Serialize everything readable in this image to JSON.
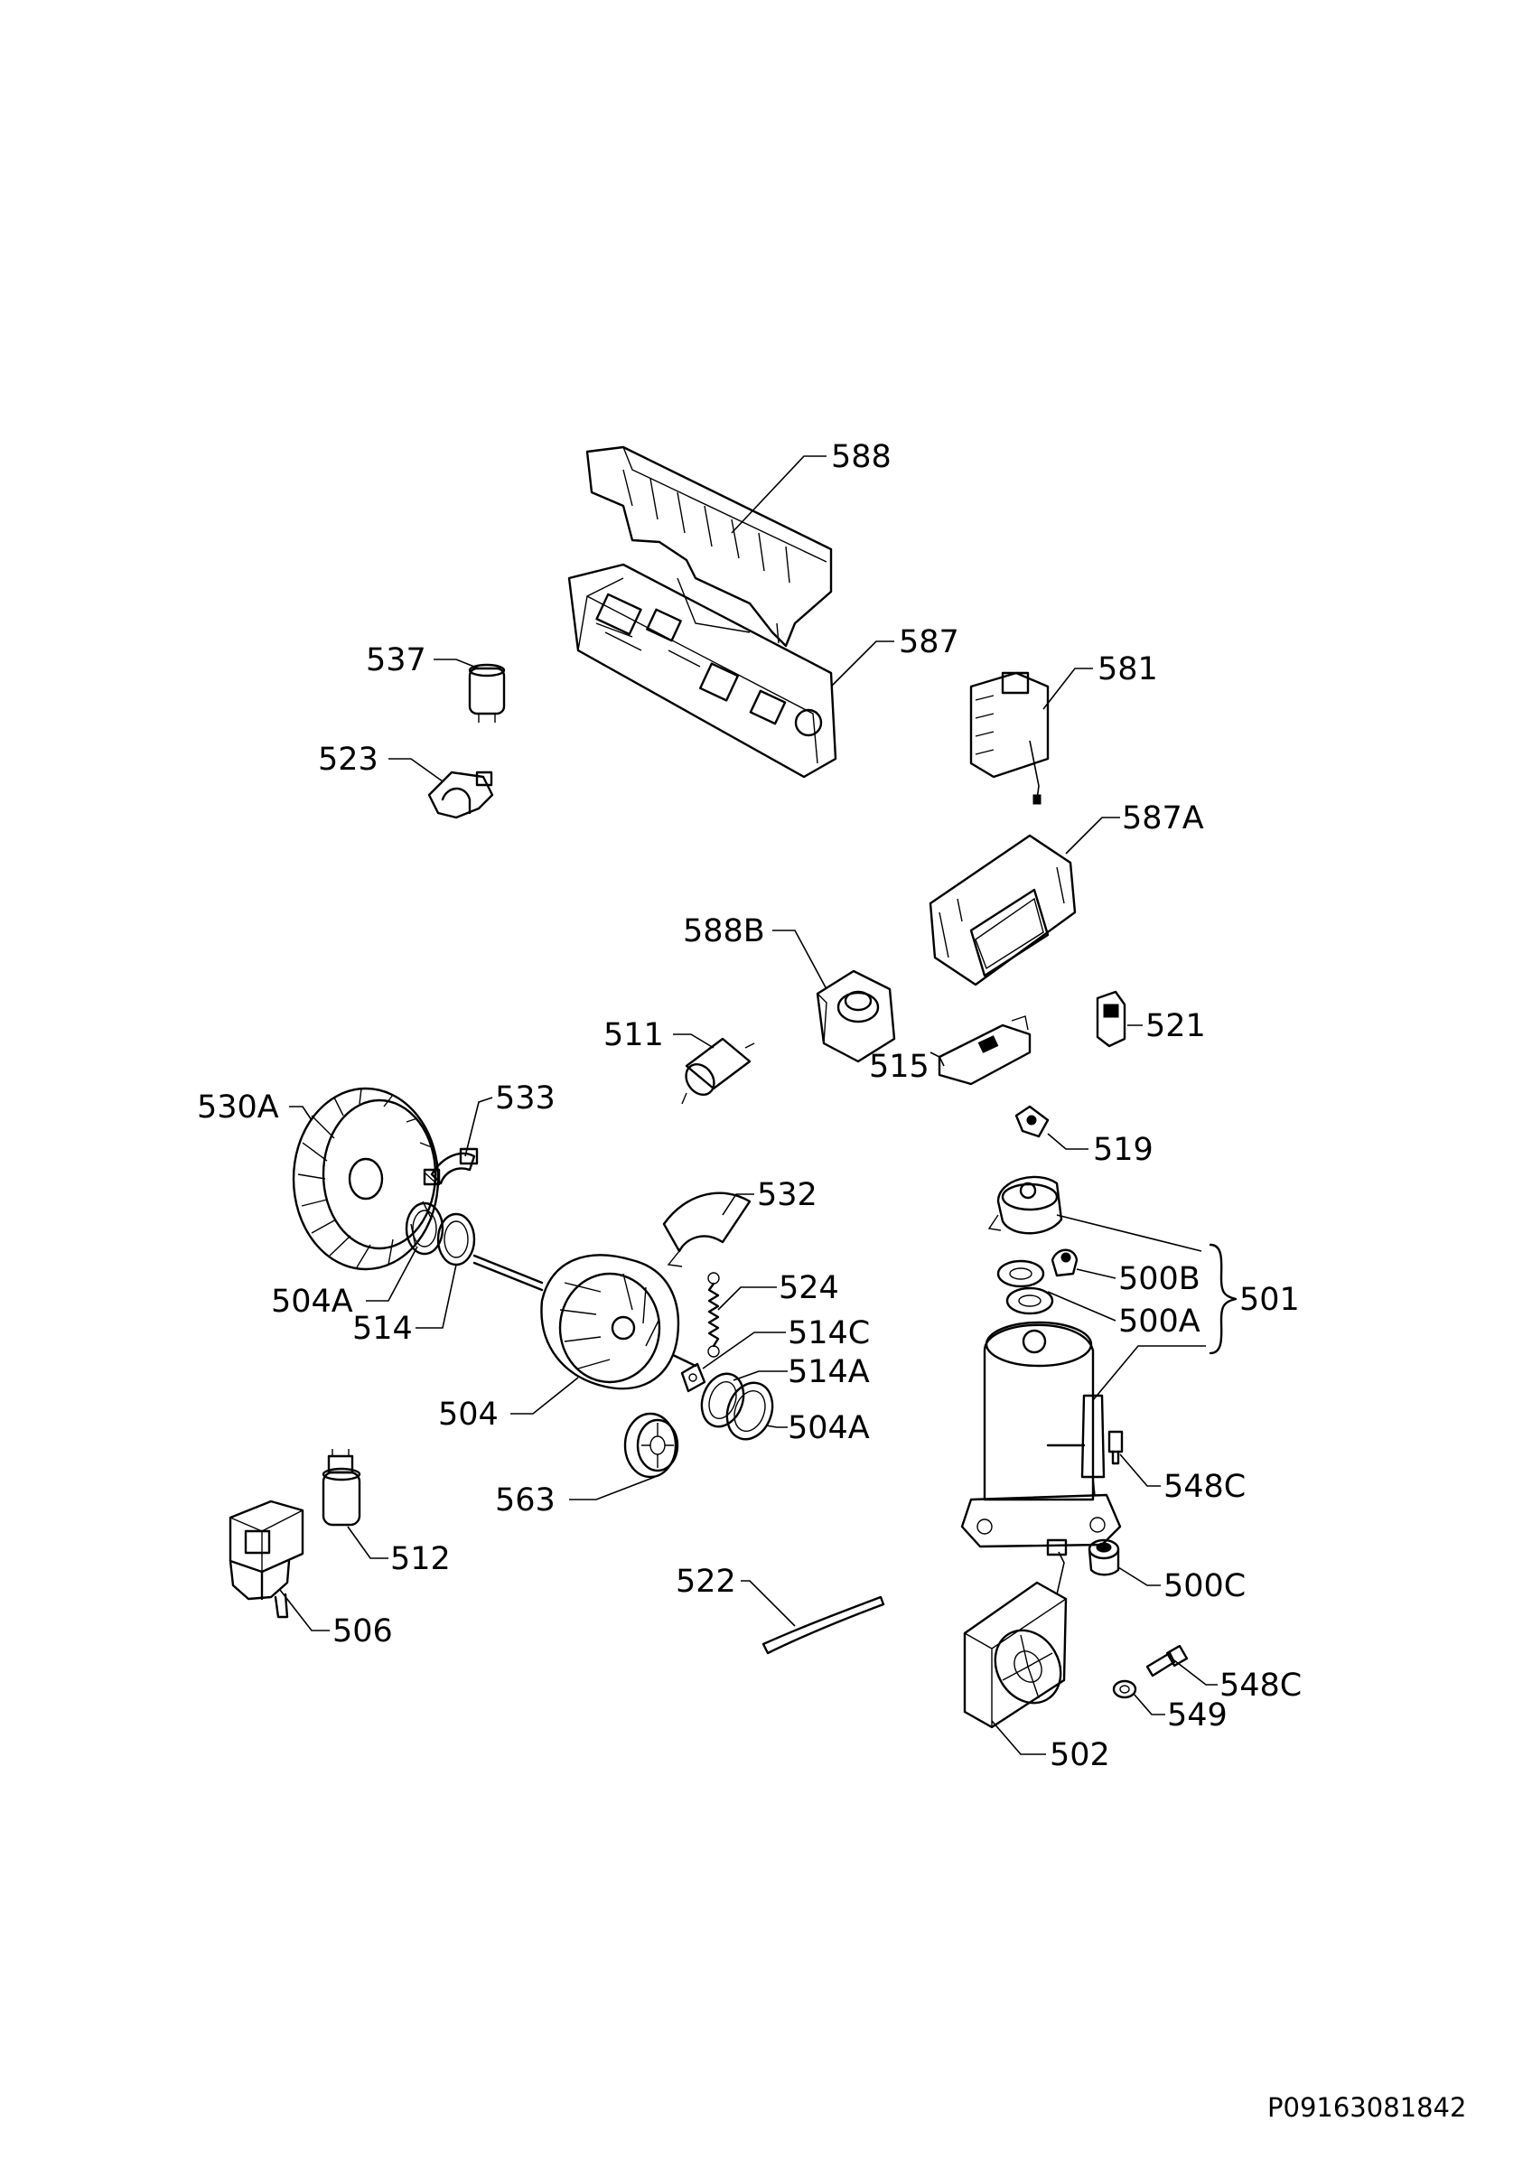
{
  "document_id": "P09163081842",
  "labels": {
    "p588": "588",
    "p587": "587",
    "p537": "537",
    "p581": "581",
    "p523": "523",
    "p587A": "587A",
    "p588B": "588B",
    "p521": "521",
    "p511": "511",
    "p515": "515",
    "p530A": "530A",
    "p533": "533",
    "p519": "519",
    "p532": "532",
    "p504A_left": "504A",
    "p500B": "500B",
    "p501": "501",
    "p514": "514",
    "p524": "524",
    "p500A": "500A",
    "p514C": "514C",
    "p514A": "514A",
    "p504": "504",
    "p504A_right": "504A",
    "p563": "563",
    "p548C_top": "548C",
    "p512": "512",
    "p506": "506",
    "p522": "522",
    "p500C": "500C",
    "p548C_bottom": "548C",
    "p549": "549",
    "p502": "502"
  }
}
